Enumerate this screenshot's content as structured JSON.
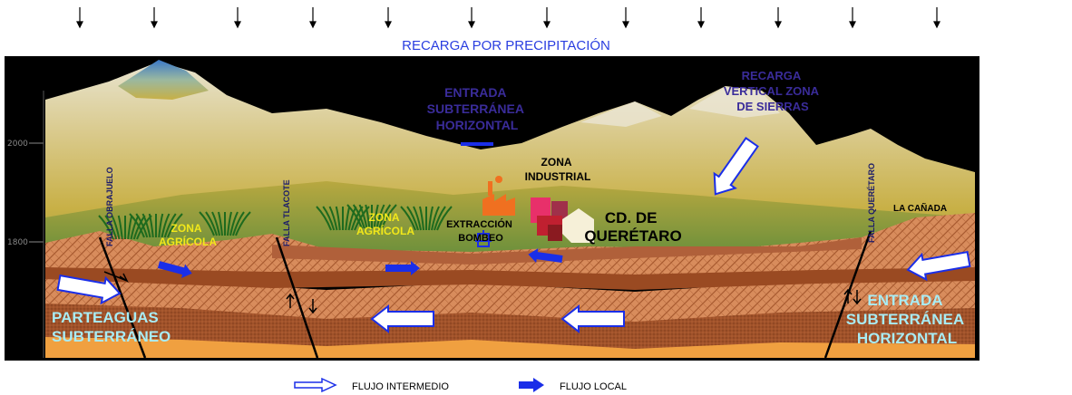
{
  "title": "RECARGA POR PRECIPITACIÓN",
  "labels": {
    "entrada_top": [
      "ENTRADA",
      "SUBTERRÁNEA",
      "HORIZONTAL"
    ],
    "recarga_vertical": [
      "RECARGA",
      "VERTICAL ZONA",
      "DE SIERRAS"
    ],
    "zona_industrial": [
      "ZONA",
      "INDUSTRIAL"
    ],
    "cd_queretaro": [
      "CD. DE",
      "QUERÉTARO"
    ],
    "extraccion": [
      "EXTRACCIÓN",
      "BOMBEO"
    ],
    "zona_agricola_1": [
      "ZONA",
      "AGRÍCOLA"
    ],
    "zona_agricola_2": [
      "ZONA",
      "AGRÍCOLA"
    ],
    "la_canada": "LA CAÑADA",
    "parteaguas": [
      "PARTEAGUAS",
      "SUBTERRÁNEO"
    ],
    "entrada_right": [
      "ENTRADA",
      "SUBTERRÁNEA",
      "HORIZONTAL"
    ],
    "falla_obrajuelo": "FALLA OBRAJUELO",
    "falla_tlacote": "FALLA TLACOTE",
    "falla_queretaro": "FALLA QUERÉTARO"
  },
  "axis_ticks": [
    "2000",
    "1800"
  ],
  "legend": {
    "intermedio": "FLUJO INTERMEDIO",
    "local": "FLUJO LOCAL"
  },
  "colors": {
    "title": "#2a3ee0",
    "arrow_blue": "#1a2ee8",
    "label_dark_blue": "#3a2c9a",
    "label_yellow": "#f2e81a",
    "label_cyan": "#a8ecf4",
    "rock_dark": "#9a4a22",
    "rock_light": "#d68a58",
    "rock_orange": "#f0a040"
  }
}
